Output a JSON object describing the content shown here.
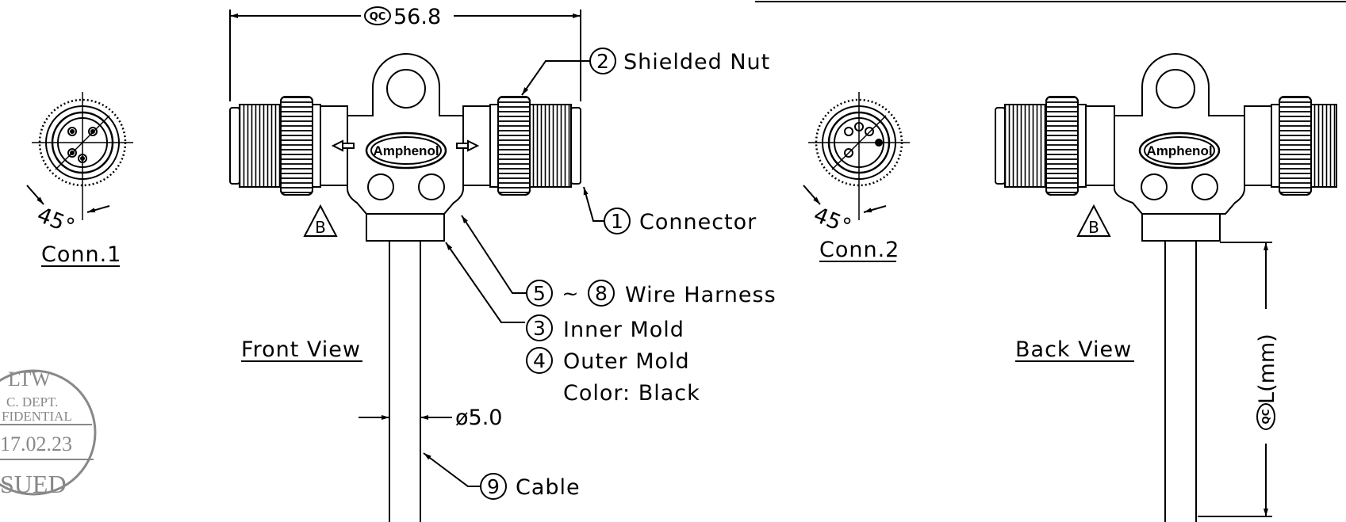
{
  "dimensions": {
    "overall_length": "56.8",
    "overall_length_qc": "QC",
    "cable_diameter": "ø5.0",
    "cable_length": "L(mm)",
    "cable_length_qc": "QC",
    "angle": "45°"
  },
  "views": {
    "conn1": "Conn.1",
    "conn2": "Conn.2",
    "front": "Front View",
    "back": "Back View"
  },
  "brand": "Amphenol",
  "revision_mark": "B",
  "callouts": [
    {
      "id": "2",
      "label": "Shielded Nut"
    },
    {
      "id": "1",
      "label": "Connector"
    },
    {
      "id": "5",
      "range_sep": "~",
      "id_end": "8",
      "label": "Wire Harness"
    },
    {
      "id": "3",
      "label": "Inner Mold"
    },
    {
      "id": "4",
      "label": "Outer Mold"
    },
    {
      "id": "",
      "label": "Color: Black"
    },
    {
      "id": "9",
      "label": "Cable"
    }
  ],
  "stamp": {
    "line1": "LTW",
    "line2": "C. DEPT.",
    "line3": "FIDENTIAL",
    "date": "17.02.23",
    "status": "SUED"
  }
}
